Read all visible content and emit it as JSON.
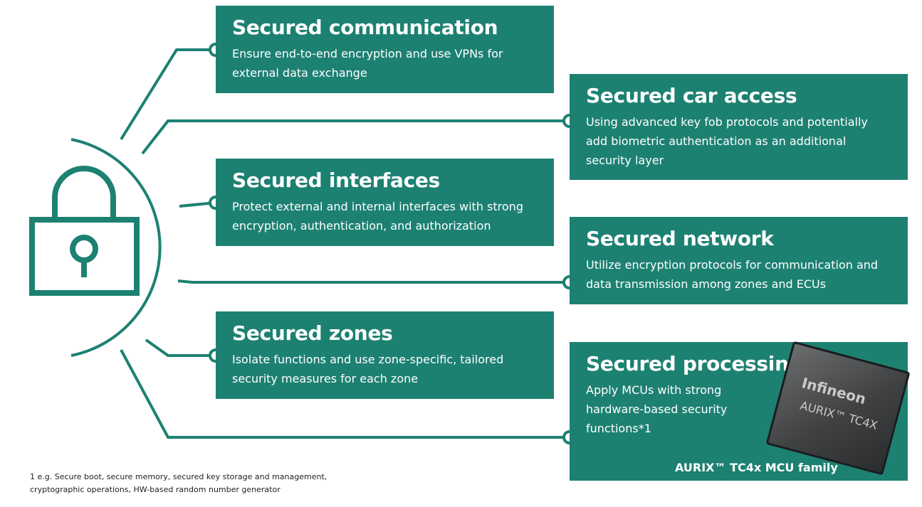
{
  "boxes": [
    {
      "title": "Secured communication",
      "desc": "Ensure end-to-end encryption and use VPNs for external data exchange"
    },
    {
      "title": "Secured car access",
      "desc": "Using advanced key fob protocols and potentially add biometric authentication as an additional security layer"
    },
    {
      "title": "Secured interfaces",
      "desc": "Protect external and internal interfaces with strong encryption, authentication, and authorization"
    },
    {
      "title": "Secured network",
      "desc": "Utilize encryption protocols for communication and data transmission among zones and ECUs"
    },
    {
      "title": "Secured zones",
      "desc": "Isolate functions and use zone-specific, tailored security measures for each zone"
    },
    {
      "title": "Secured processing",
      "desc": "Apply MCUs with strong hardware-based security functions*1"
    }
  ],
  "chip": {
    "caption": "AURIX™ TC4x MCU family",
    "brand": "Infineon",
    "model": "AURIX™ TC4X"
  },
  "footnote": {
    "line1": "1 e.g. Secure boot, secure memory, secured key storage and management,",
    "line2": "cryptographic operations, HW-based random number generator"
  },
  "colors": {
    "accent": "#1d8172",
    "text_on_accent": "#ffffff"
  },
  "icons": {
    "lock": "padlock-icon"
  }
}
